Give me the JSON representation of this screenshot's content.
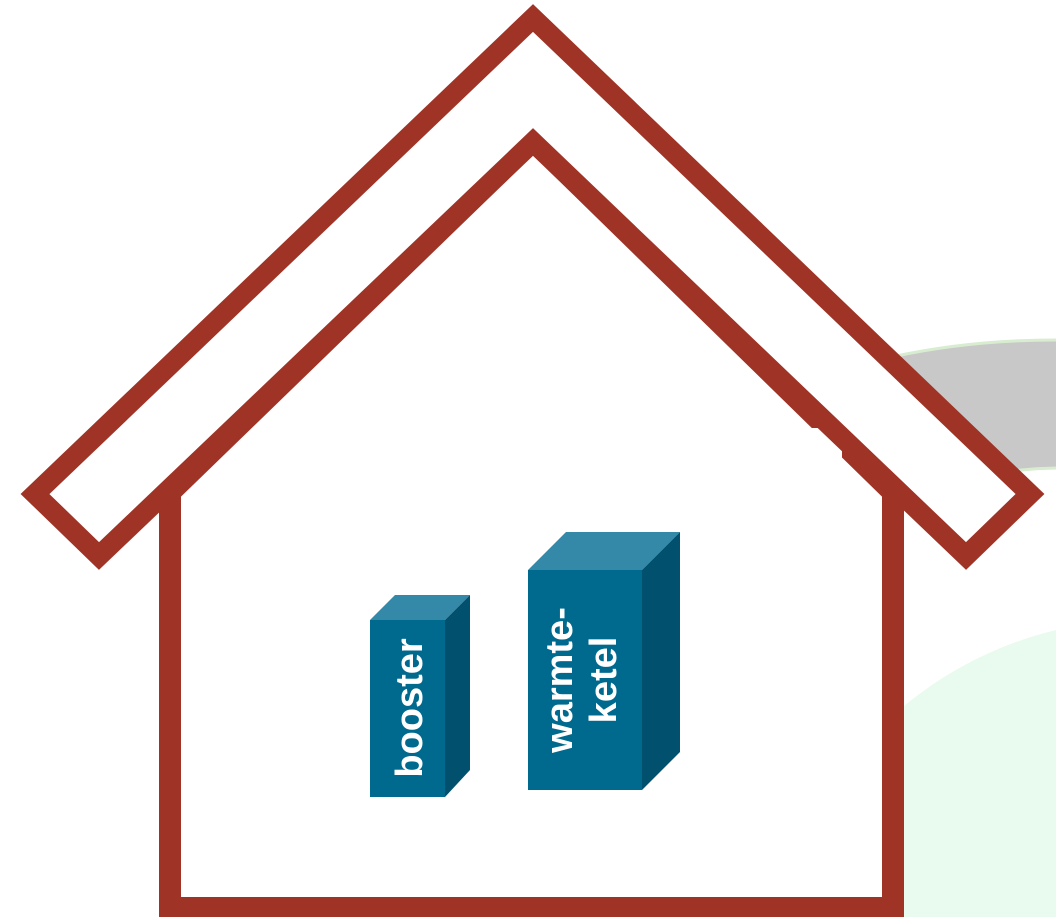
{
  "diagram": {
    "colors": {
      "house_outline": "#9e3326",
      "box_front": "#006a8e",
      "box_top": "#3589a8",
      "box_side": "#00506e",
      "gray_arc": "#c8c8c8",
      "light_green": "#e8fbee",
      "background": "#ffffff"
    },
    "components": [
      {
        "id": "booster",
        "label_lines": [
          "booster"
        ]
      },
      {
        "id": "warmteketel",
        "label_lines": [
          "warmte-",
          "ketel"
        ]
      }
    ]
  }
}
